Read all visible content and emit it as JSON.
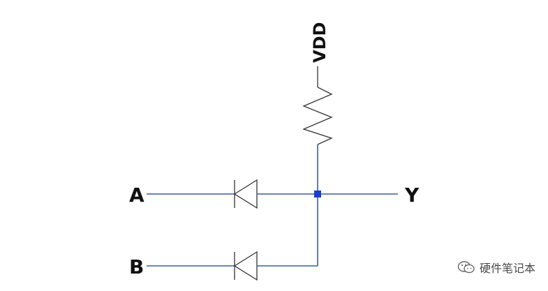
{
  "labels": {
    "vdd": "VDD",
    "input_a": "A",
    "input_b": "B",
    "output_y": "Y"
  },
  "watermark": {
    "text": "硬件笔记本",
    "icon": "wechat-icon"
  },
  "colors": {
    "wire": "#3d5f9c",
    "junction": "#1a3fcc",
    "component": "#333333",
    "label": "#111111"
  }
}
